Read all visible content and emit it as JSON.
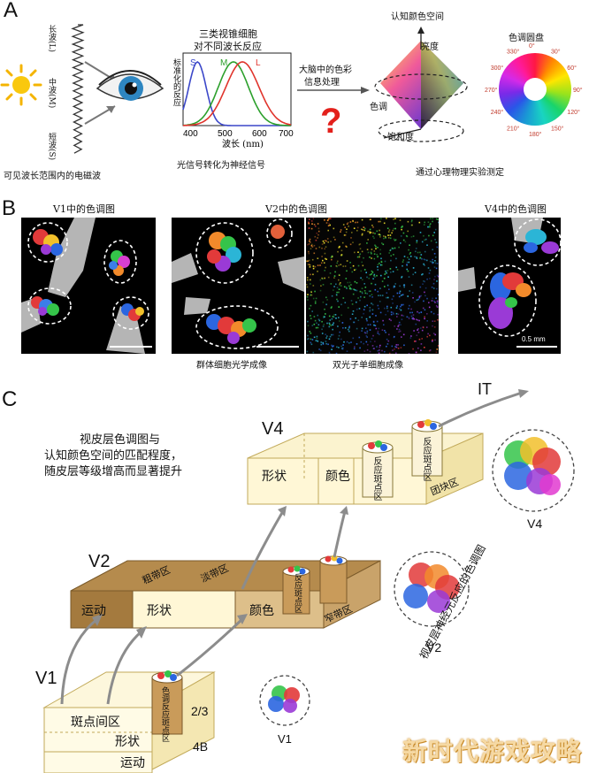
{
  "panel_a": {
    "letter": "A",
    "waves": {
      "long": "长波(L)",
      "mid": "中波(M)",
      "short": "短波(S)"
    },
    "em_caption": "可见波长范围内的电磁波",
    "cones_title_1": "三类视锥细胞",
    "cones_title_2": "对不同波长反应",
    "ylabel": "标准化的反应",
    "xlabel": "波长 (nm)",
    "ticks": [
      "400",
      "500",
      "600",
      "700"
    ],
    "curve_labels": {
      "s": "S",
      "m": "M",
      "l": "L"
    },
    "signal_caption": "光信号转化为神经信号",
    "brain_label_1": "大脑中的色彩",
    "brain_label_2": "信息处理",
    "question": "?",
    "space_title": "认知颜色空间",
    "axis_brightness": "亮度",
    "axis_hue": "色调",
    "axis_saturation": "饱和度",
    "wheel_title": "色调圆盘",
    "wheel_degrees": [
      "0°",
      "30°",
      "60°",
      "90°",
      "120°",
      "150°",
      "180°",
      "210°",
      "240°",
      "270°",
      "300°",
      "330°"
    ],
    "psy_caption": "通过心理物理实验测定"
  },
  "panel_b": {
    "letter": "B",
    "v1_title": "V1中的色调图",
    "v2_title": "V2中的色调图",
    "v4_title": "V4中的色调图",
    "caption_left": "群体细胞光学成像",
    "caption_right": "双光子单细胞成像",
    "scale": "0.5 mm"
  },
  "panel_c": {
    "letter": "C",
    "intro_1": "视皮层色调图与",
    "intro_2": "认知颜色空间的匹配程度，",
    "intro_3": "随皮层等级增高而显著提升",
    "it": "IT",
    "v4": {
      "label": "V4",
      "shape": "形状",
      "color": "颜色",
      "col1": "反应斑点区",
      "col2": "反应斑点区",
      "globs": "团块区"
    },
    "v2": {
      "label": "V2",
      "motion": "运动",
      "shape": "形状",
      "color": "颜色",
      "thick": "粗带区",
      "pale": "淡带区",
      "thin": "窄带区",
      "col": "反应斑点区"
    },
    "v1": {
      "label": "V1",
      "blobs": "斑点间区",
      "shape": "形状",
      "motion": "运动",
      "layer23": "2/3",
      "layer4b": "4B",
      "col": "色调反应斑点区"
    },
    "circle_v4": "V4",
    "circle_v2": "V2",
    "circle_v1": "V1",
    "side_caption": "视皮层神经元反应的色调图"
  },
  "watermark": "新时代游戏攻略"
}
